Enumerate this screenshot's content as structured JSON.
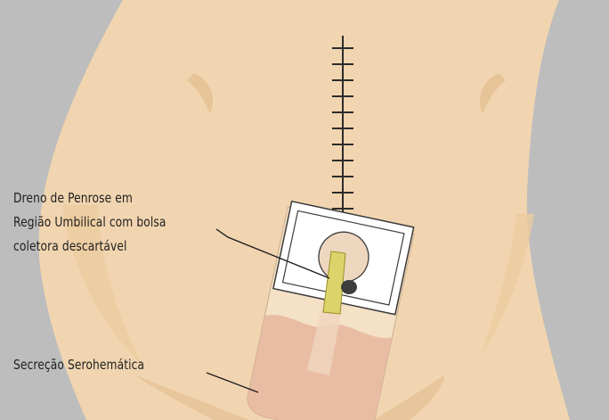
{
  "labels": {
    "drain": [
      "Dreno de Penrose em",
      "Região Umbilical com bolsa",
      "coletora descartável"
    ],
    "secretion": "Secreção Serohemática"
  }
}
